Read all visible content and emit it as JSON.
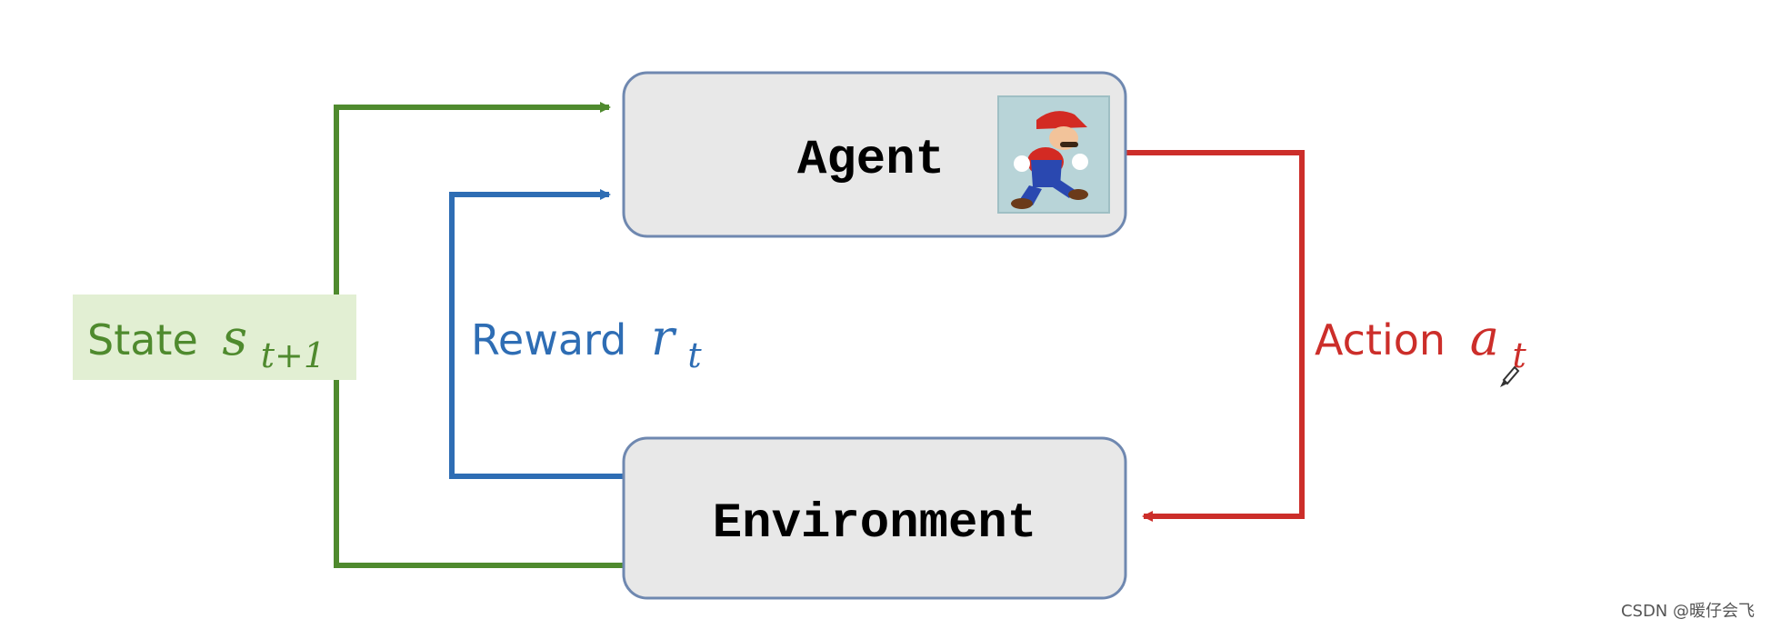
{
  "agent_label": "Agent",
  "environment_label": "Environment",
  "state": {
    "word": "State",
    "symbol": "s",
    "subscript": "t+1"
  },
  "reward": {
    "word": "Reward",
    "symbol": "r",
    "subscript": "t"
  },
  "action": {
    "word": "Action",
    "symbol": "a",
    "subscript": "t"
  },
  "watermark": "CSDN @暖仔会飞",
  "colors": {
    "state": "#4f8a2e",
    "state_bg": "#e2efd3",
    "reward": "#2e6db4",
    "action": "#cc2e2a",
    "box_fill": "#e8e8e8",
    "box_stroke": "#6f88b0"
  },
  "icons": {
    "agent_image": "mario-character-icon"
  }
}
